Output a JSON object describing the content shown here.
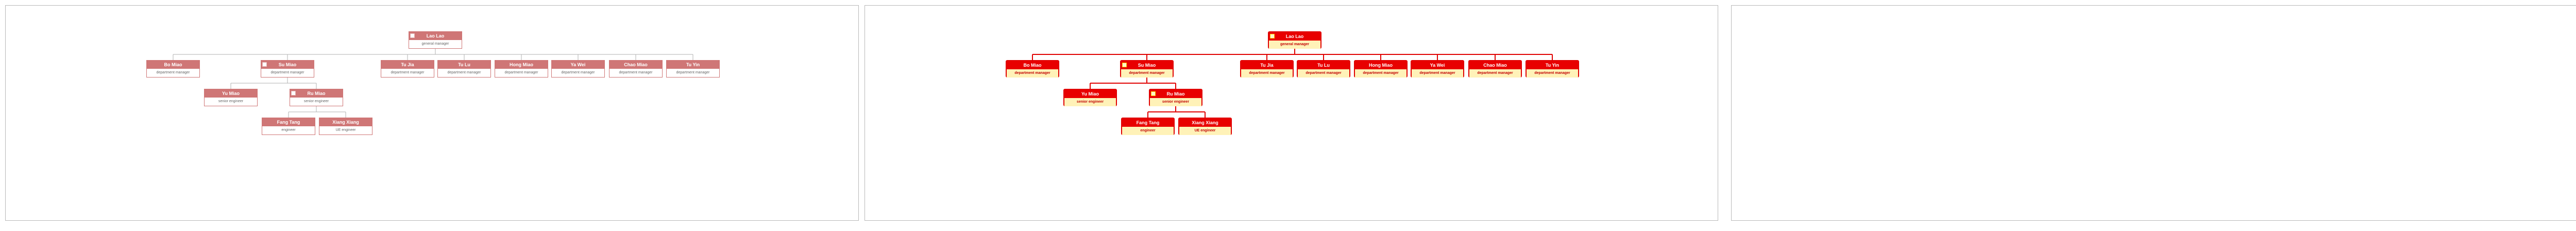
{
  "panels": [
    {
      "id": "panel1",
      "style": "muted",
      "link_color": "#b0b0b0",
      "nodes": [
        {
          "id": "ceo",
          "name": "Lao Lao",
          "title": "general manager",
          "parent": null,
          "badge": true
        },
        {
          "id": "m1",
          "name": "Bo Miao",
          "title": "department manager",
          "parent": "ceo"
        },
        {
          "id": "m2",
          "name": "Su Miao",
          "title": "department manager",
          "parent": "ceo",
          "badge": true
        },
        {
          "id": "m3",
          "name": "Tu Jia",
          "title": "department manager",
          "parent": "ceo"
        },
        {
          "id": "m4",
          "name": "Tu Lu",
          "title": "department manager",
          "parent": "ceo"
        },
        {
          "id": "m5",
          "name": "Hong Miao",
          "title": "department manager",
          "parent": "ceo"
        },
        {
          "id": "m6",
          "name": "Ya Wei",
          "title": "department manager",
          "parent": "ceo"
        },
        {
          "id": "m7",
          "name": "Chao Miao",
          "title": "department manager",
          "parent": "ceo"
        },
        {
          "id": "m8",
          "name": "Tu Yin",
          "title": "department manager",
          "parent": "ceo"
        },
        {
          "id": "e1",
          "name": "Yu Miao",
          "title": "senior engineer",
          "parent": "m2"
        },
        {
          "id": "e2",
          "name": "Ru Miao",
          "title": "senior engineer",
          "parent": "m2",
          "badge": true
        },
        {
          "id": "j1",
          "name": "Fang Tang",
          "title": "engineer",
          "parent": "e2"
        },
        {
          "id": "j2",
          "name": "Xiang Xiang",
          "title": "UE engineer",
          "parent": "e2"
        }
      ]
    },
    {
      "id": "panel2",
      "style": "bright",
      "link_color": "#e00000",
      "nodes": [
        {
          "id": "ceo",
          "name": "Lao Lao",
          "title": "general manager",
          "parent": null,
          "badge": true
        },
        {
          "id": "m1",
          "name": "Bo Miao",
          "title": "department manager",
          "parent": "ceo"
        },
        {
          "id": "m2",
          "name": "Su Miao",
          "title": "department manager",
          "parent": "ceo",
          "badge": true
        },
        {
          "id": "m3",
          "name": "Tu Jia",
          "title": "department manager",
          "parent": "ceo"
        },
        {
          "id": "m4",
          "name": "Tu Lu",
          "title": "department manager",
          "parent": "ceo"
        },
        {
          "id": "m5",
          "name": "Hong Miao",
          "title": "department manager",
          "parent": "ceo"
        },
        {
          "id": "m6",
          "name": "Ya Wei",
          "title": "department manager",
          "parent": "ceo"
        },
        {
          "id": "m7",
          "name": "Chao Miao",
          "title": "department manager",
          "parent": "ceo"
        },
        {
          "id": "m8",
          "name": "Tu Yin",
          "title": "department manager",
          "parent": "ceo"
        },
        {
          "id": "e1",
          "name": "Yu Miao",
          "title": "senior engineer",
          "parent": "m2"
        },
        {
          "id": "e2",
          "name": "Ru Miao",
          "title": "senior engineer",
          "parent": "m2",
          "badge": true
        },
        {
          "id": "j1",
          "name": "Fang Tang",
          "title": "engineer",
          "parent": "e2"
        },
        {
          "id": "j2",
          "name": "Xiang Xiang",
          "title": "UE engineer",
          "parent": "e2"
        }
      ]
    },
    {
      "id": "panel3",
      "style": "empty",
      "nodes": []
    }
  ]
}
